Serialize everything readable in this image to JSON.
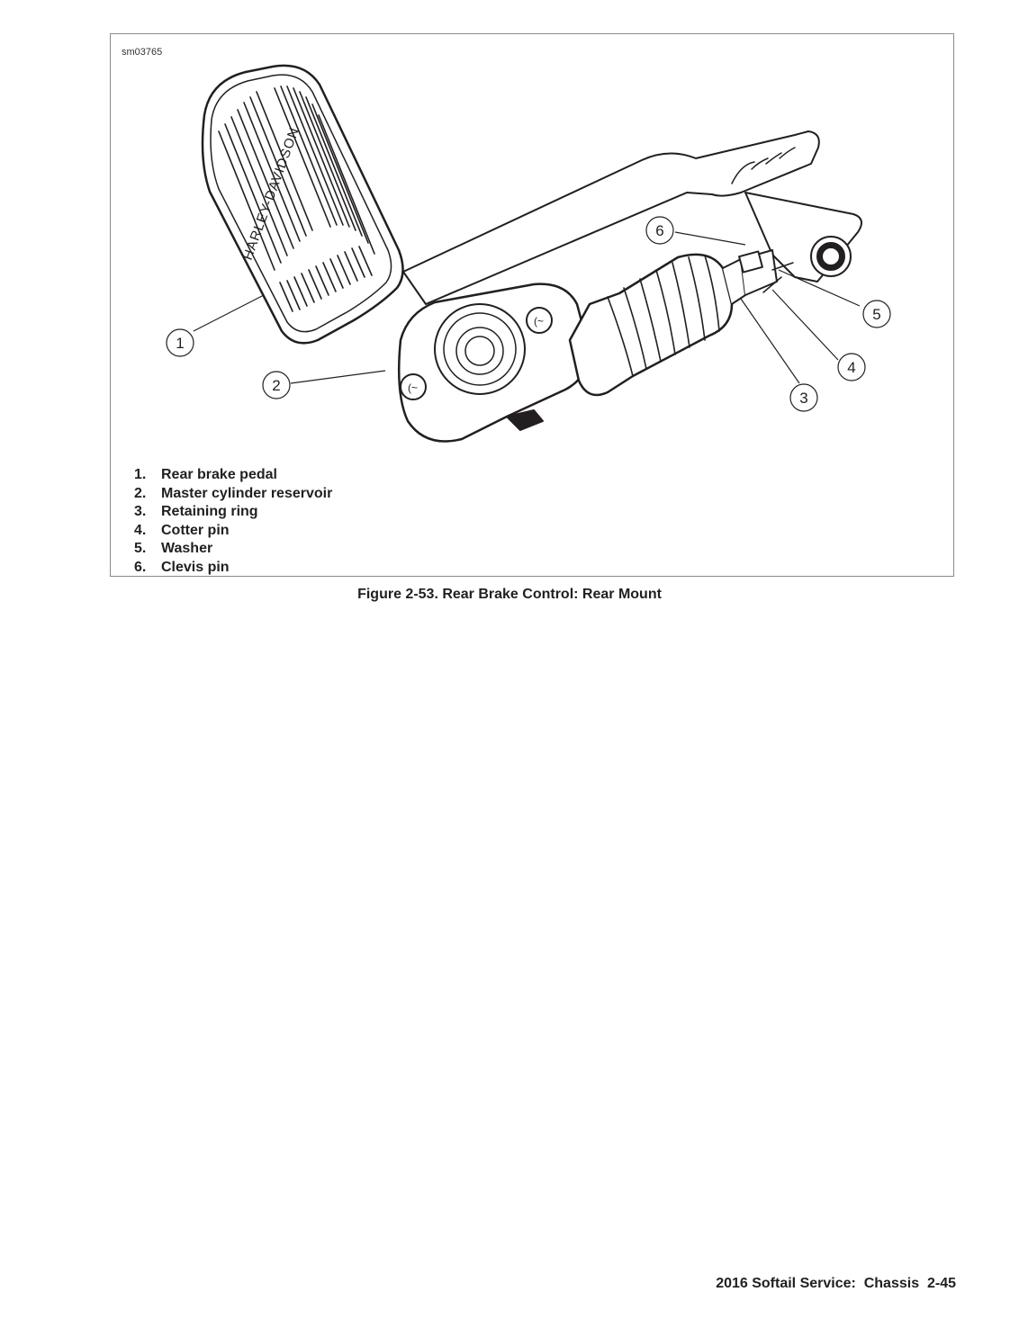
{
  "figure": {
    "id": "sm03765",
    "pedal_logo_text": "HARLEY-DAVIDSON",
    "callouts": [
      "1",
      "2",
      "3",
      "4",
      "5",
      "6"
    ],
    "legend": [
      {
        "num": "1.",
        "label": "Rear brake pedal"
      },
      {
        "num": "2.",
        "label": "Master cylinder reservoir"
      },
      {
        "num": "3.",
        "label": "Retaining ring"
      },
      {
        "num": "4.",
        "label": "Cotter pin"
      },
      {
        "num": "5.",
        "label": "Washer"
      },
      {
        "num": "6.",
        "label": "Clevis pin"
      }
    ],
    "caption": "Figure 2-53. Rear Brake Control: Rear Mount"
  },
  "footer": {
    "text": "2016 Softail Service:  Chassis  2-45"
  }
}
